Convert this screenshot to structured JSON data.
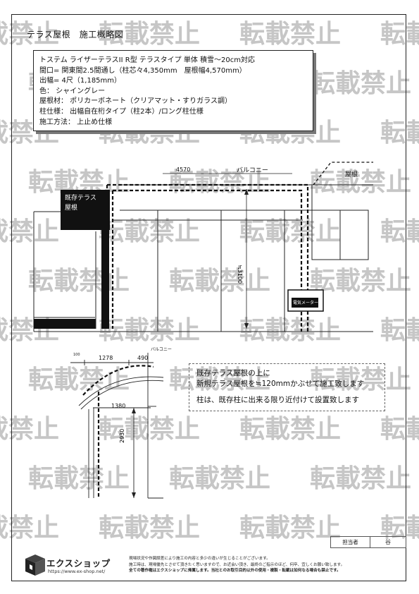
{
  "page_title": "テラス屋根　施工概略図",
  "specs": [
    "トステム ライザーテラスII R型 テラスタイプ 単体 積雪～20cm対応",
    "間口= 関東間2.5間通し（柱芯々4,350mm　屋根幅4,570mm）",
    "出幅= 4尺（1,185mm）",
    "色：  シャイングレー",
    "屋根材：  ポリカーボネート（クリアマット・すりガラス調）",
    "柱仕様：  出幅自在桁タイプ（柱2本）/ロング柱仕様",
    "施工方法：  上止め仕様"
  ],
  "front_view": {
    "width_dim": "4570",
    "balcony_label": "バルコニー",
    "roof_label": "屋根",
    "existing_roof_label": [
      "既存テラス",
      "屋根"
    ],
    "height_dim": "≒3100",
    "meter_label": "電気メーター"
  },
  "side_view": {
    "dim_small": "100",
    "dim_1278": "1278",
    "dim_490": "490",
    "balcony_label": "バルコニー",
    "dim_1380": "1380",
    "dim_2930": "2930"
  },
  "notes": [
    "既存テラス屋根の上に",
    "新規テラス屋根を≒120mmかぶせて施工致します",
    "柱は、既存柱に出来る限り近付けて設置致します"
  ],
  "watermark_text": "転載禁止",
  "sign": {
    "label": "担当者",
    "name": "谷"
  },
  "brand": {
    "name": "エクスショップ",
    "url": "https://www.ex-shop.net/"
  },
  "disclaimer": [
    "現場状況や作図誤差により施工の内容と多少の違いが生じることがございます。",
    "施工時は、現場優先とさせて頂きたく思いますので、お近会い頂き、最終のご指示のほど、何卒、宜しくお願い致します。",
    "全ての著作権はエクスショップに帰属します。当社とのお取引目的以外の使用・複製・転載は如何なる場合も禁止です。"
  ],
  "colors": {
    "line": "#222222",
    "watermark": "#bdbdbd",
    "logo": "#333333"
  }
}
